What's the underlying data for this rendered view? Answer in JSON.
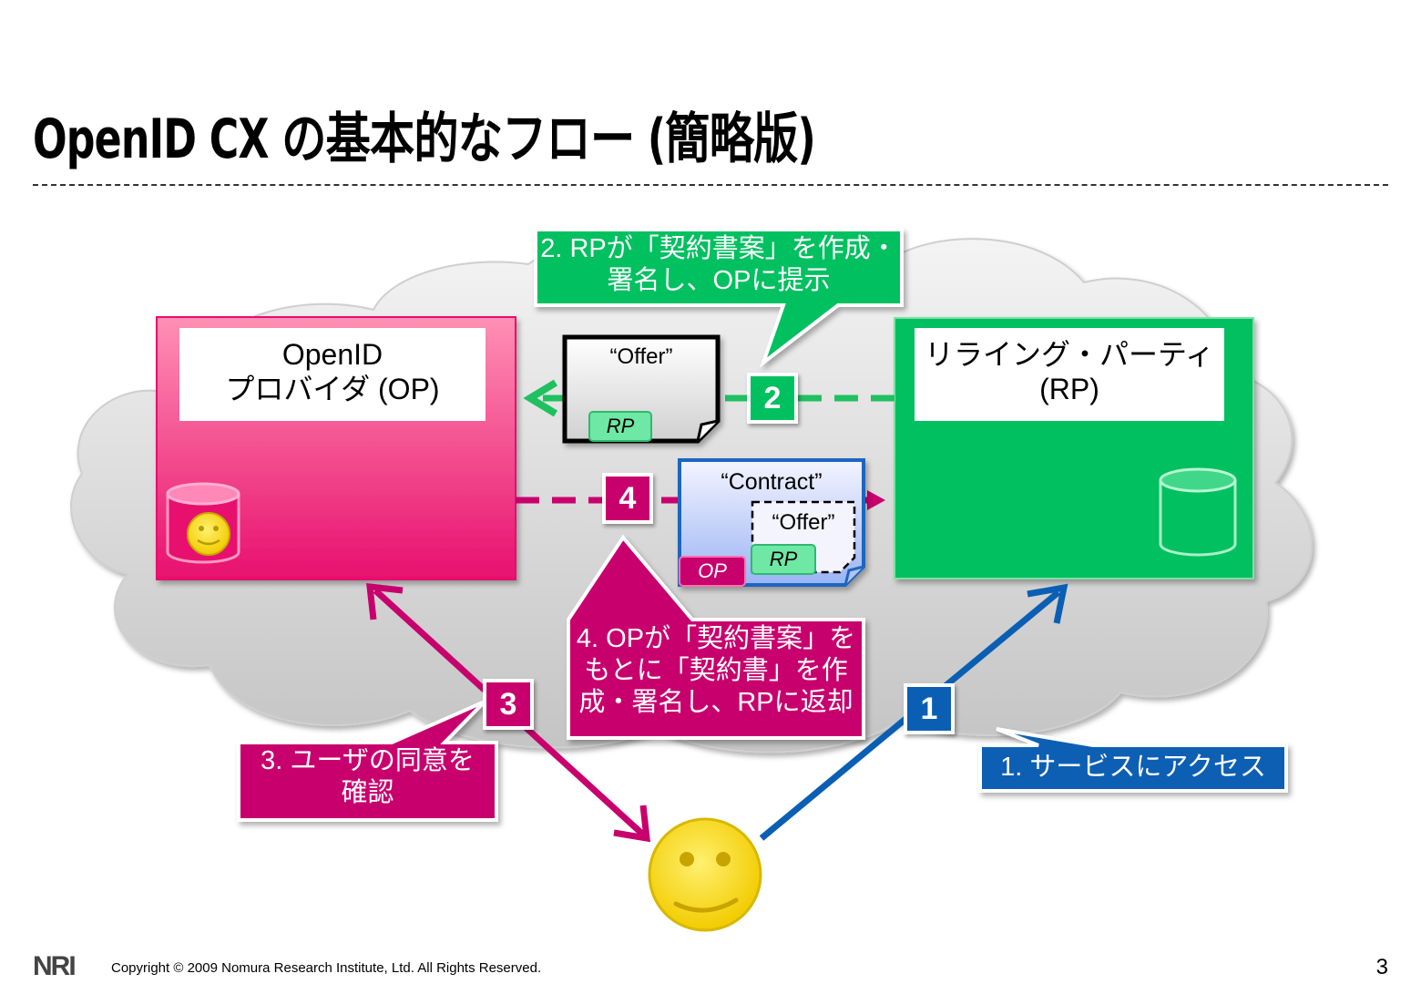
{
  "slide": {
    "title": "OpenID CX の基本的なフロー (簡略版)",
    "footer": "Copyright © 2009 Nomura Research Institute, Ltd. All Rights Reserved.",
    "logo": "NRI",
    "page_number": "3"
  },
  "diagram": {
    "nodes": {
      "op": {
        "label_line1": "OpenID",
        "label_line2": "プロバイダ (OP)",
        "color": "#e8106e"
      },
      "rp": {
        "label_line1": "リライング・パーティ",
        "label_line2": "(RP)",
        "color": "#00c060"
      },
      "user": {
        "icon": "smiley-face-icon"
      }
    },
    "documents": {
      "offer": {
        "label": "“Offer”",
        "stamp": "RP"
      },
      "contract": {
        "label": "“Contract”",
        "inner_label": "“Offer”",
        "inner_stamp": "RP",
        "stamp": "OP"
      }
    },
    "steps": [
      {
        "number": "1",
        "line1": "1. サービスにアクセス",
        "line2": "",
        "line3": "",
        "color": "#0a5fb4"
      },
      {
        "number": "2",
        "line1": "2. RPが「契約書案」を作成・",
        "line2": "署名し、OPに提示",
        "line3": "",
        "color": "#00c060"
      },
      {
        "number": "3",
        "line1": "3. ユーザの同意を",
        "line2": "確認",
        "line3": "",
        "color": "#c8006e"
      },
      {
        "number": "4",
        "line1": "4. OPが「契約書案」を",
        "line2": "もとに「契約書」を作",
        "line3": "成・署名し、RPに返却",
        "color": "#c8006e"
      }
    ]
  }
}
